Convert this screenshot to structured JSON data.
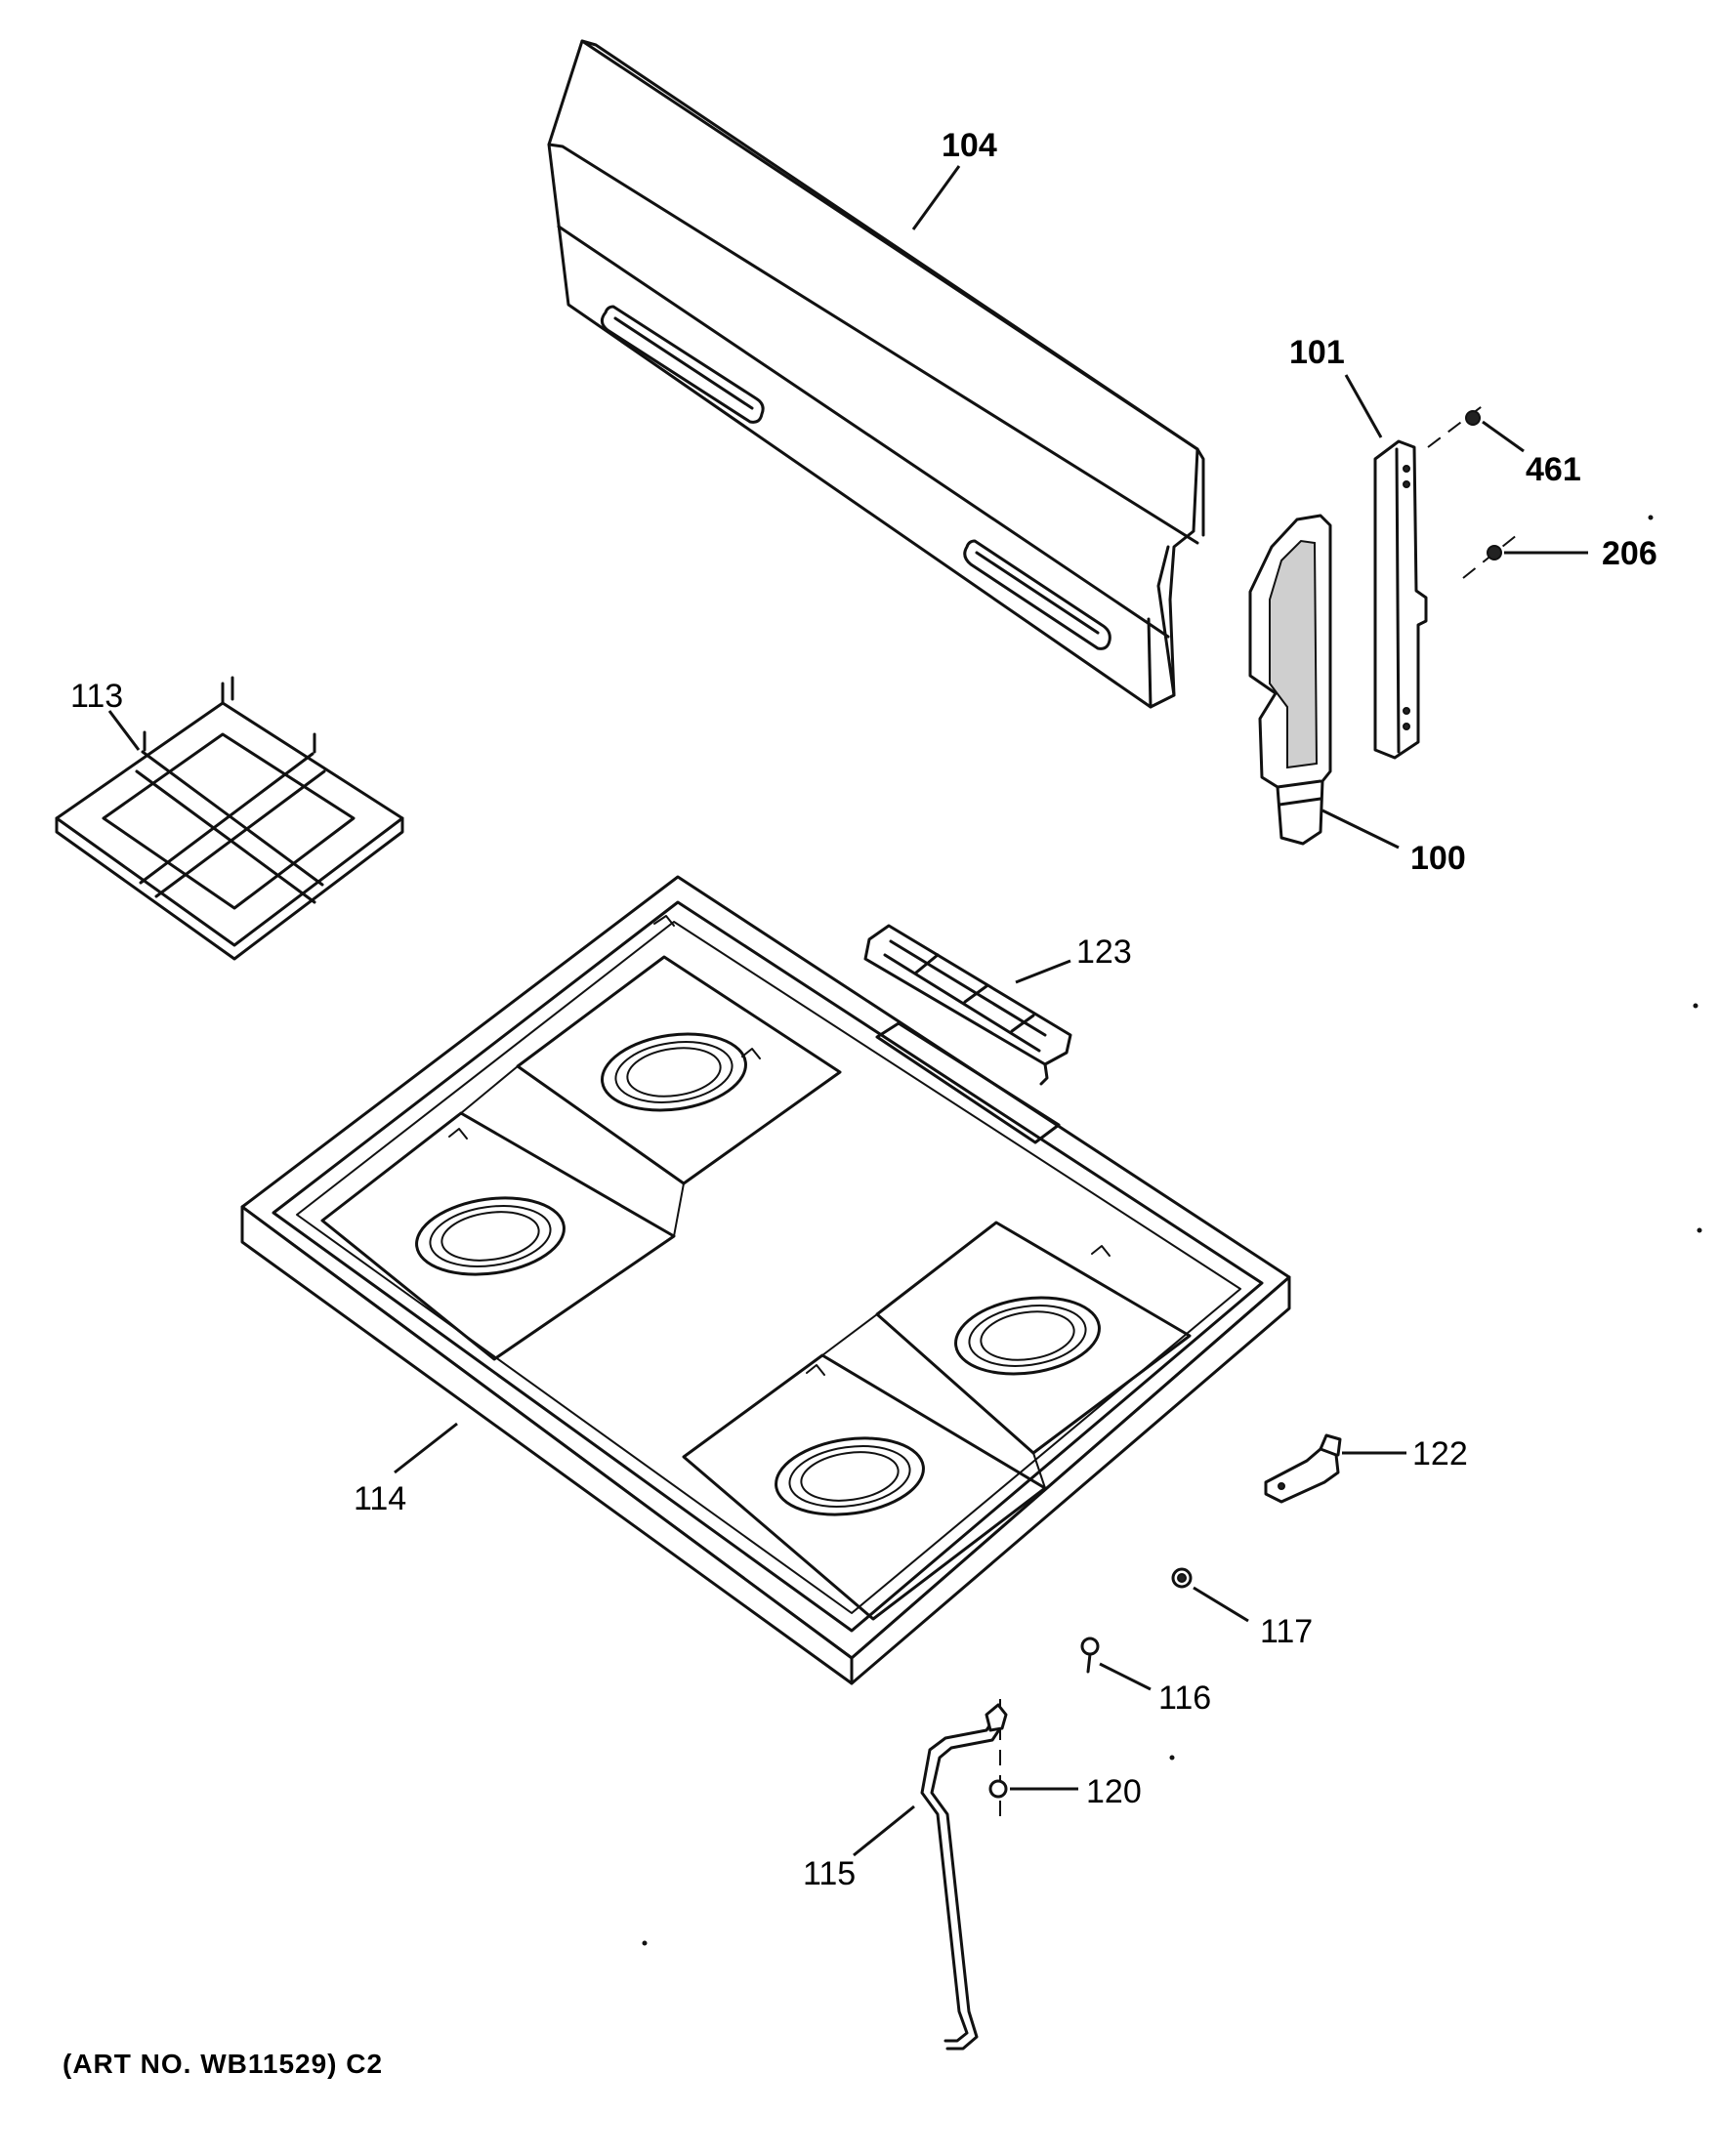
{
  "diagram": {
    "parts": [
      {
        "id": "p104",
        "label": "104",
        "part": "backsplash"
      },
      {
        "id": "p101",
        "label": "101",
        "part": "end-cap-bracket"
      },
      {
        "id": "p461",
        "label": "461",
        "part": "screw"
      },
      {
        "id": "p206",
        "label": "206",
        "part": "screw"
      },
      {
        "id": "p100",
        "label": "100",
        "part": "end-cap"
      },
      {
        "id": "p113",
        "label": "113",
        "part": "burner-grate"
      },
      {
        "id": "p123",
        "label": "123",
        "part": "vent-grille"
      },
      {
        "id": "p114",
        "label": "114",
        "part": "cooktop"
      },
      {
        "id": "p122",
        "label": "122",
        "part": "clip"
      },
      {
        "id": "p117",
        "label": "117",
        "part": "nut"
      },
      {
        "id": "p116",
        "label": "116",
        "part": "screw"
      },
      {
        "id": "p120",
        "label": "120",
        "part": "screw"
      },
      {
        "id": "p115",
        "label": "115",
        "part": "support-rod"
      }
    ]
  },
  "footer": {
    "art_note": "(ART NO. WB11529) C2"
  }
}
